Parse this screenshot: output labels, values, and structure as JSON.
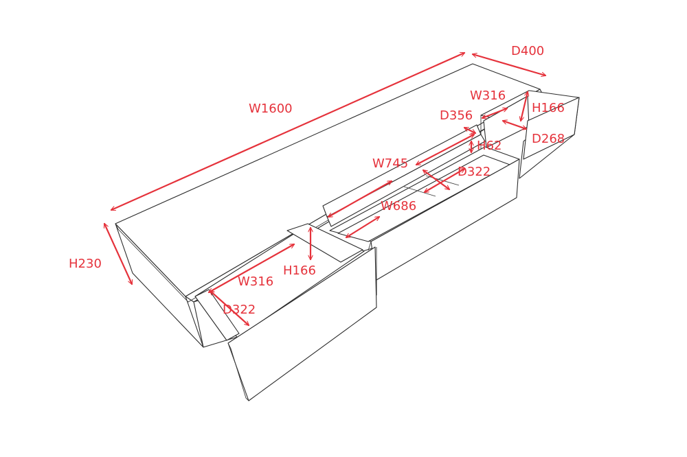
{
  "diagram": {
    "dimension_color": "#e5323b",
    "line_color": "#2b2b2b",
    "labels": {
      "overall_width": "W1600",
      "overall_depth": "D400",
      "overall_height": "H230",
      "right_drawer_width": "W316",
      "right_drawer_height": "H166",
      "right_drawer_depth": "D268",
      "center_depth": "D356",
      "center_gap_height": "H62",
      "center_open_width": "W745",
      "center_drawer_depth": "D322",
      "center_drawer_width": "W686",
      "left_drawer_height": "H166",
      "left_drawer_width": "W316",
      "left_drawer_depth": "D322"
    }
  }
}
